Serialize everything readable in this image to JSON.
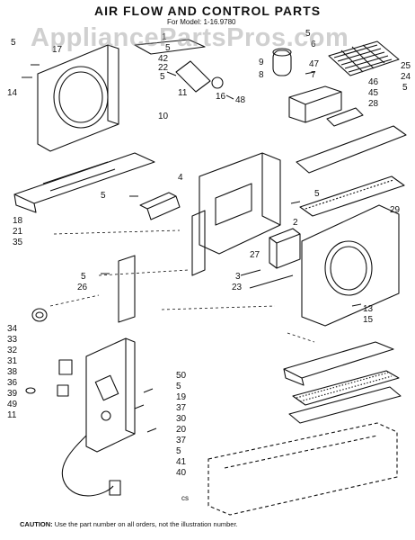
{
  "title": "AIR FLOW AND CONTROL PARTS",
  "model_line": "For Model: 1-16.9780",
  "watermark": "AppliancePartsPros.com",
  "caution_label": "CAUTION:",
  "caution_text": "Use the part number on all orders, not the illustration number.",
  "page_code": "cs",
  "callouts": [
    {
      "id": "c5a",
      "label": "5"
    },
    {
      "id": "c17",
      "label": "17"
    },
    {
      "id": "c14",
      "label": "14"
    },
    {
      "id": "c1",
      "label": "1"
    },
    {
      "id": "c5b",
      "label": "5"
    },
    {
      "id": "c42",
      "label": "42"
    },
    {
      "id": "c22",
      "label": "22"
    },
    {
      "id": "c5c",
      "label": "5"
    },
    {
      "id": "c16",
      "label": "16"
    },
    {
      "id": "c9",
      "label": "9"
    },
    {
      "id": "c8",
      "label": "8"
    },
    {
      "id": "c5d",
      "label": "5"
    },
    {
      "id": "c6",
      "label": "6"
    },
    {
      "id": "c47",
      "label": "47"
    },
    {
      "id": "c7",
      "label": "7"
    },
    {
      "id": "c25",
      "label": "25"
    },
    {
      "id": "c24",
      "label": "24"
    },
    {
      "id": "c5e",
      "label": "5"
    },
    {
      "id": "c46",
      "label": "46"
    },
    {
      "id": "c45",
      "label": "45"
    },
    {
      "id": "c28",
      "label": "28"
    },
    {
      "id": "c11",
      "label": "11"
    },
    {
      "id": "c48",
      "label": "48"
    },
    {
      "id": "c10",
      "label": "10"
    },
    {
      "id": "c4",
      "label": "4"
    },
    {
      "id": "c5f",
      "label": "5"
    },
    {
      "id": "c5g",
      "label": "5"
    },
    {
      "id": "c29",
      "label": "29"
    },
    {
      "id": "c18",
      "label": "18"
    },
    {
      "id": "c21",
      "label": "21"
    },
    {
      "id": "c35",
      "label": "35"
    },
    {
      "id": "c2",
      "label": "2"
    },
    {
      "id": "c27",
      "label": "27"
    },
    {
      "id": "c5h",
      "label": "5"
    },
    {
      "id": "c26",
      "label": "26"
    },
    {
      "id": "c3",
      "label": "3"
    },
    {
      "id": "c23",
      "label": "23"
    },
    {
      "id": "c13",
      "label": "13"
    },
    {
      "id": "c15",
      "label": "15"
    },
    {
      "id": "c34",
      "label": "34"
    },
    {
      "id": "c33",
      "label": "33"
    },
    {
      "id": "c32",
      "label": "32"
    },
    {
      "id": "c31",
      "label": "31"
    },
    {
      "id": "c38",
      "label": "38"
    },
    {
      "id": "c36",
      "label": "36"
    },
    {
      "id": "c39",
      "label": "39"
    },
    {
      "id": "c49",
      "label": "49"
    },
    {
      "id": "c11b",
      "label": "11"
    },
    {
      "id": "c50",
      "label": "50"
    },
    {
      "id": "c5i",
      "label": "5"
    },
    {
      "id": "c19",
      "label": "19"
    },
    {
      "id": "c37a",
      "label": "37"
    },
    {
      "id": "c30",
      "label": "30"
    },
    {
      "id": "c20",
      "label": "20"
    },
    {
      "id": "c37b",
      "label": "37"
    },
    {
      "id": "c5j",
      "label": "5"
    },
    {
      "id": "c41",
      "label": "41"
    },
    {
      "id": "c40",
      "label": "40"
    }
  ]
}
